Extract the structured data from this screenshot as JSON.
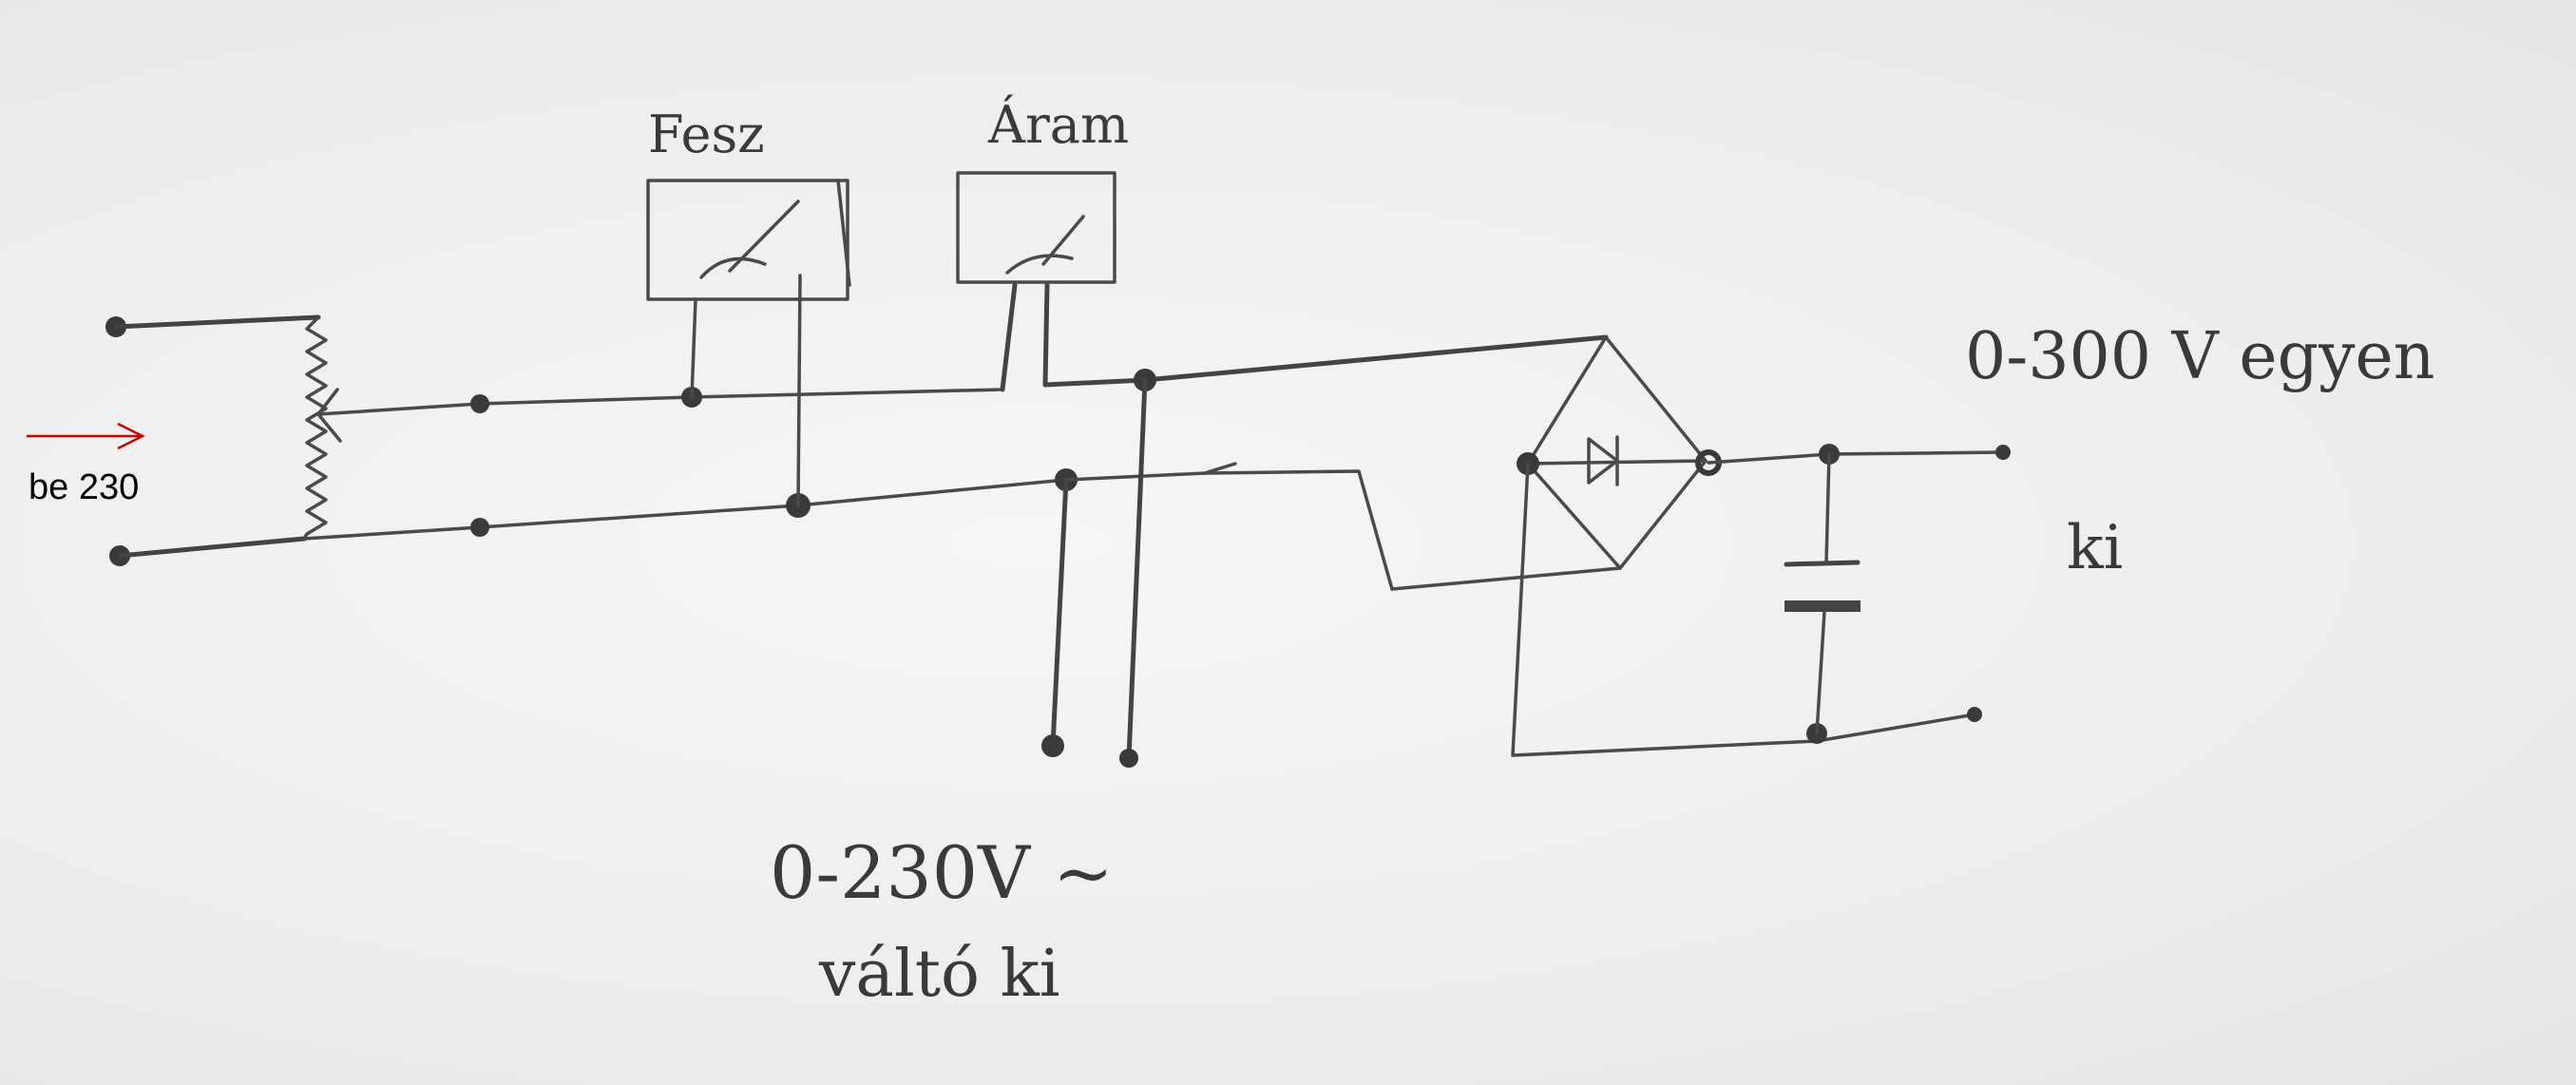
{
  "labels": {
    "meter_left": "Fesz",
    "meter_right": "Áram",
    "dc_output": "0-300 V egyen",
    "dc_ki": "ki",
    "ac_output": "0-230V ~",
    "ac_ki": "váltó ki",
    "input": "be 230"
  },
  "colors": {
    "ink": "#444444",
    "input_arrow": "#cc0000",
    "paper": "#f1f1f1"
  }
}
